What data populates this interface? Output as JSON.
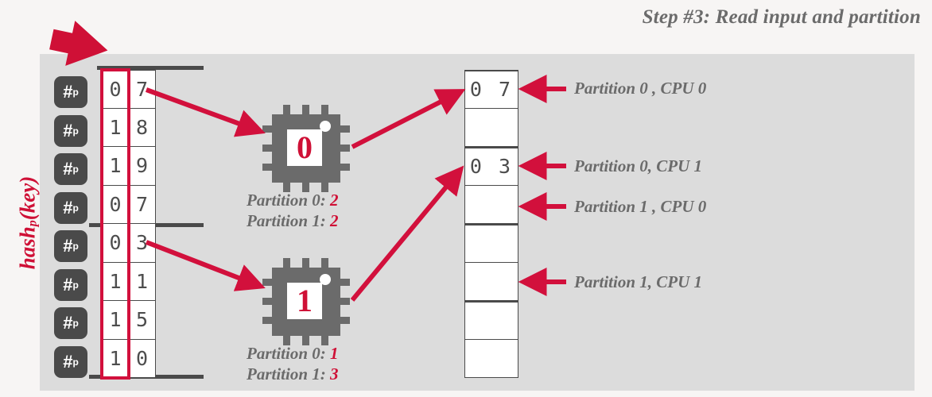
{
  "title": "Step #3: Read input and partition",
  "colors": {
    "accent_red": "#cf1036",
    "arrow_red": "#d2103c",
    "panel_gray": "#dcdcdc",
    "page_bg": "#f7f5f4",
    "text_gray": "#6b6b6b",
    "dark_gray": "#4a4a4a"
  },
  "side_label": {
    "text": "hash",
    "subscript": "p",
    "suffix": "(key)"
  },
  "input_table": {
    "badge_glyph": "#",
    "badge_subscript": "p",
    "rows": [
      {
        "hash": "0",
        "value": "7"
      },
      {
        "hash": "1",
        "value": "8"
      },
      {
        "hash": "1",
        "value": "9"
      },
      {
        "hash": "0",
        "value": "7"
      },
      {
        "hash": "0",
        "value": "3"
      },
      {
        "hash": "1",
        "value": "1"
      },
      {
        "hash": "1",
        "value": "5"
      },
      {
        "hash": "1",
        "value": "0"
      }
    ]
  },
  "cpus": [
    {
      "label": "0",
      "caption_line1_text": "Partition 0:",
      "caption_line1_count": "2",
      "caption_line2_text": "Partition 1:",
      "caption_line2_count": "2"
    },
    {
      "label": "1",
      "caption_line1_text": "Partition 0:",
      "caption_line1_count": "1",
      "caption_line2_text": "Partition 1:",
      "caption_line2_count": "3"
    }
  ],
  "output_column": {
    "cells": [
      {
        "text": "0 7",
        "group_start": true
      },
      {
        "text": "",
        "group_start": false
      },
      {
        "text": "0 3",
        "group_start": true
      },
      {
        "text": "",
        "group_start": false
      },
      {
        "text": "",
        "group_start": true
      },
      {
        "text": "",
        "group_start": false
      },
      {
        "text": "",
        "group_start": true
      },
      {
        "text": "",
        "group_start": false
      }
    ]
  },
  "right_labels": [
    "Partition 0 , CPU 0",
    "Partition 0, CPU 1",
    "Partition 1 , CPU 0",
    "Partition 1, CPU 1"
  ]
}
